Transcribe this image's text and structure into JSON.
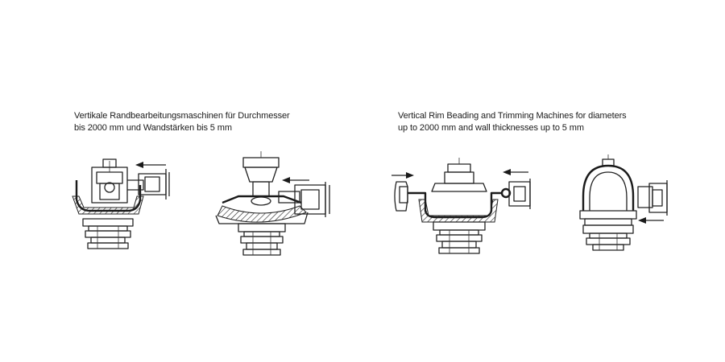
{
  "caption_german": {
    "line1": "Vertikale Randbearbeitungsmaschinen für Durchmesser",
    "line2": "bis 2000 mm und Wandstärken bis 5 mm"
  },
  "caption_english": {
    "line1": "Vertical Rim Beading and Trimming Machines for diameters",
    "line2": "up to 2000 mm and wall thicknesses up to 5 mm"
  },
  "colors": {
    "ink": "#1a1a1a",
    "background": "#ffffff"
  }
}
